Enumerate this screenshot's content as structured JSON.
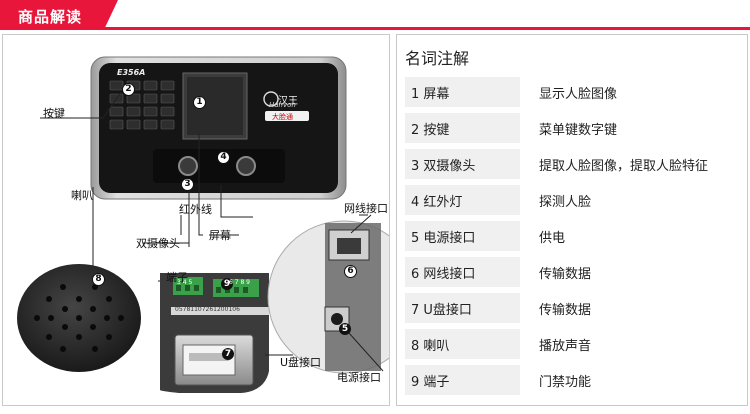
{
  "header": {
    "title": "商品解读"
  },
  "device": {
    "model": "E356A",
    "brand": "汉王",
    "brand_en": "Hanvon",
    "badge_text": "大脸通"
  },
  "callouts": {
    "numbers": [
      "1",
      "2",
      "3",
      "4",
      "5",
      "6",
      "7",
      "8",
      "9"
    ],
    "keys": "按键",
    "speaker": "喇叭",
    "infrared": "红外线",
    "dual_camera": "双摄像头",
    "screen": "屏幕",
    "terminal": "端子",
    "network_port": "网线接口",
    "usb_port": "U盘接口",
    "power_port": "电源接口",
    "terminal_pins_top": "3 4 5",
    "terminal_pins_right": "6 7 8 9",
    "terminal_code": "05781107261200106"
  },
  "glossary": {
    "title": "名词注解",
    "items": [
      {
        "term": "1 屏幕",
        "desc": "显示人脸图像"
      },
      {
        "term": "2 按键",
        "desc": "菜单键数字键"
      },
      {
        "term": "3 双摄像头",
        "desc": "提取人脸图像，提取人脸特征"
      },
      {
        "term": "4 红外灯",
        "desc": "探测人脸"
      },
      {
        "term": "5 电源接口",
        "desc": "供电"
      },
      {
        "term": "6 网线接口",
        "desc": "传输数据"
      },
      {
        "term": "7 U盘接口",
        "desc": "传输数据"
      },
      {
        "term": "8 喇叭",
        "desc": "播放声音"
      },
      {
        "term": "9 端子",
        "desc": "门禁功能"
      }
    ]
  }
}
